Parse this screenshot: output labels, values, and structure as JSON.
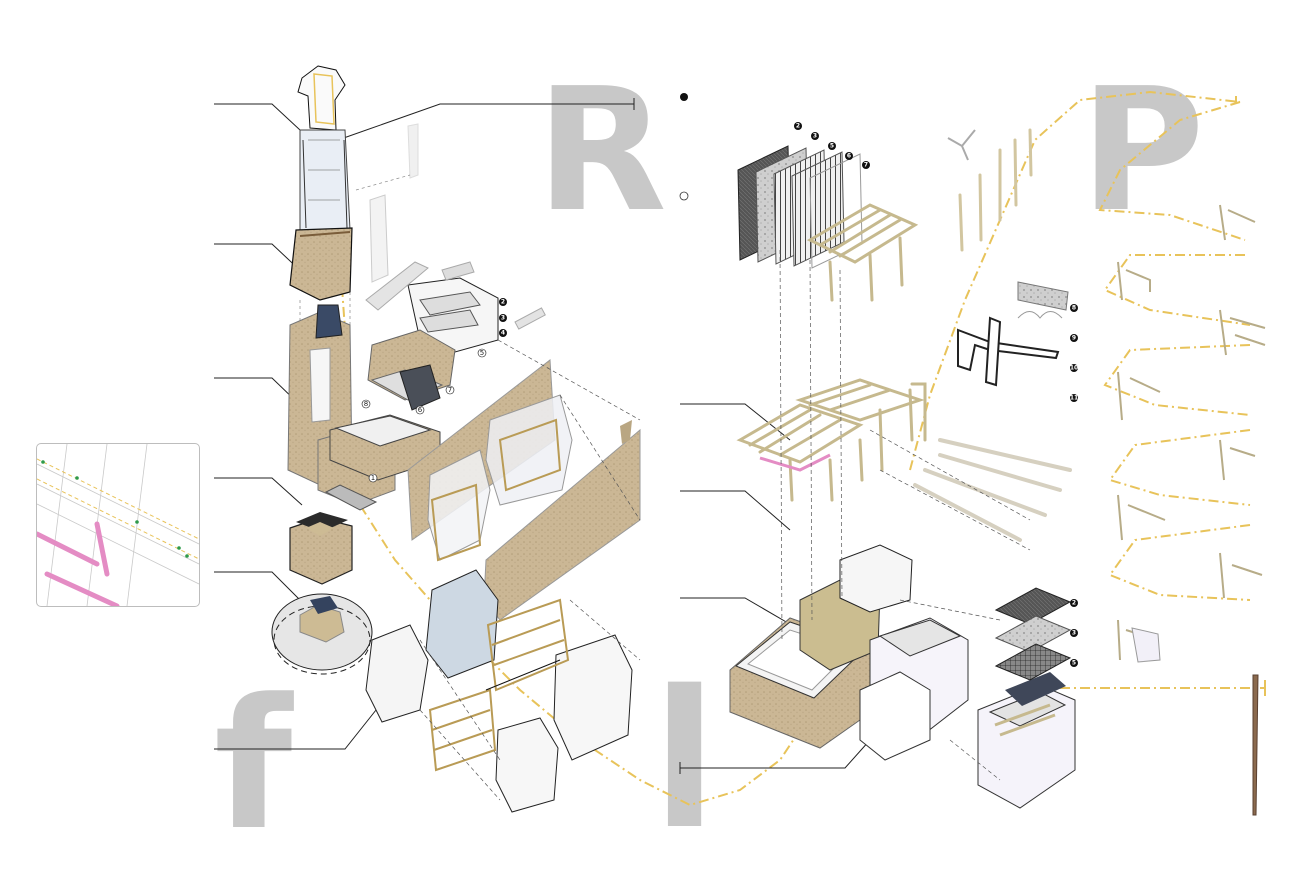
{
  "letters": {
    "r": "R",
    "p": "P",
    "f": "f",
    "l": "l"
  },
  "callouts": {
    "left_block": [
      "2",
      "3",
      "4",
      "5",
      "6",
      "7",
      "8",
      "1"
    ],
    "right_top_panels": [
      "2",
      "3",
      "5",
      "6",
      "7"
    ],
    "right_mid": [
      "8",
      "9",
      "10",
      "11"
    ],
    "right_bottom": [
      "2",
      "3",
      "5"
    ]
  },
  "legend": {
    "filled_bullet": "filled-dot",
    "hollow_bullet": "hollow-dot"
  },
  "colors": {
    "accent_yellow": "#e8c35a",
    "letter_gray": "#c8c8c8",
    "timber": "#d9cfae",
    "stone": "#c8b594",
    "pink": "#e48cc4"
  }
}
